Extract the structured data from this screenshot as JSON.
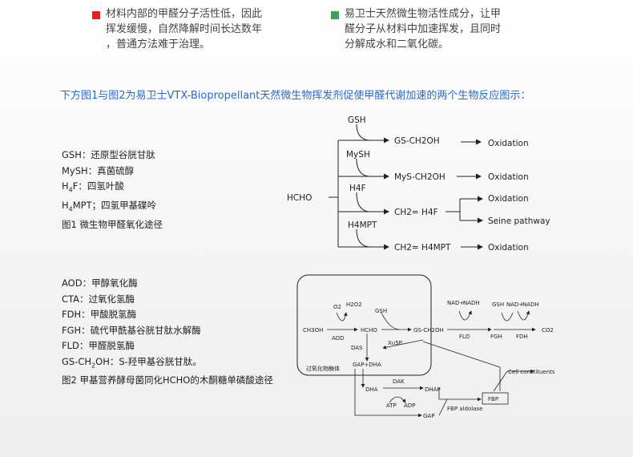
{
  "bullets": [
    {
      "color": "#e51e25",
      "lines": [
        "材料内部的甲醛分子活性低，因此",
        "挥发缓慢，自然降解时间长达数年",
        "，普通方法难于治理。"
      ]
    },
    {
      "color": "#3aa35a",
      "lines": [
        "易卫士天然微生物活性成分，让甲",
        "醛分子从材料中加速挥发，且同时",
        "分解成水和二氧化碳。"
      ]
    }
  ],
  "caption": "下方图1与图2为易卫士VTX-Biopropellant天然微生物挥发剂促使甲醛代谢加速的两个生物反应图示：",
  "legend1": {
    "gsh": "GSH：还原型谷胱甘肽",
    "mysh": "MySH：真菌硫醇",
    "h4f_pre": "H",
    "h4f_sub": "4",
    "h4f_post": "F：四氢叶酸",
    "h4mpt_pre": "H",
    "h4mpt_sub": "4",
    "h4mpt_post": "MPT；四氢甲基碟呤",
    "fig": "图1   微生物甲醛氧化途径"
  },
  "legend2": {
    "aod": "AOD：甲醇氧化酶",
    "cta": "CTA：过氧化氢酶",
    "fdh": "FDH：甲酸脱氢酶",
    "fgh": "FGH：硫代甲酰基谷胱甘肽水解酶",
    "fld": "FLD：甲醛脱氢酶",
    "gs_pre": "GS-CH",
    "gs_sub": "2",
    "gs_post": "OH：S-羟甲基谷胱甘肽。",
    "fig": "图2   甲基营养酵母菌同化HCHO的木酮糖单磷酸途径"
  },
  "diagram1": {
    "gsh": "GSH",
    "mysh": "MySH",
    "h4f": "H4F",
    "h4mpt": "H4MPT",
    "hcho": "HCHO",
    "p1": "GS-CH2OH",
    "p2": "MyS-CH2OH",
    "p3": "CH2= H4F",
    "p4": "CH2= H4MPT",
    "ox": "Oxidation",
    "seine": "Seine pathway"
  },
  "diagram2": {
    "ch3oh": "CH3OH",
    "aod": "AOD",
    "o2": "O2",
    "h2o2": "H2O2",
    "hcho": "HCHO",
    "gsh": "GSH",
    "gsch2oh": "GS-CH2OH",
    "nad": "NAD+",
    "nadh": "NADH",
    "fld": "FLD",
    "fgh": "FGH",
    "fdh": "FDH",
    "co2": "CO2",
    "das": "DAS",
    "xu5p": "Xu5P",
    "gapdha": "GAP+DHA",
    "peroxisome": "过氧化物酶体",
    "cell": "Cell constituents",
    "dak": "DAK",
    "dha": "DHA",
    "dhap": "DHAP",
    "atp": "ATP",
    "adp": "ADP",
    "fbp": "FBP",
    "aldolase": "FBP aldolase",
    "gap": "GAP"
  }
}
